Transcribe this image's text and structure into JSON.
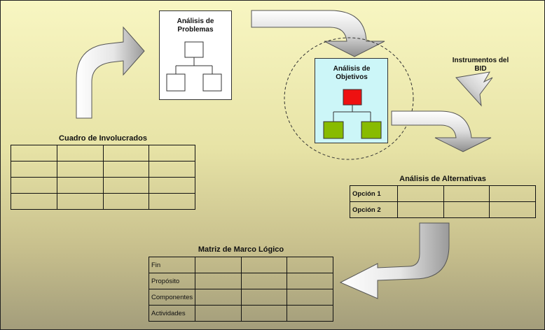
{
  "problems_box": {
    "title": "Análisis de Problemas"
  },
  "objectives_box": {
    "title": "Análisis de Objetivos",
    "colors": {
      "top": "#ee1111",
      "children": "#88bb00",
      "fill": "#ccf6f8"
    }
  },
  "instrumentos": {
    "label": "Instrumentos del BID"
  },
  "involucrados": {
    "title": "Cuadro de Involucrados",
    "rows": 4,
    "cols": 4
  },
  "alternativas": {
    "title": "Análisis de Alternativas",
    "options": [
      "Opción 1",
      "Opción 2"
    ]
  },
  "marco_logico": {
    "title": "Matriz de Marco Lógico",
    "rows": [
      "Fin",
      "Propósito",
      "Componentes",
      "Actividades"
    ]
  }
}
